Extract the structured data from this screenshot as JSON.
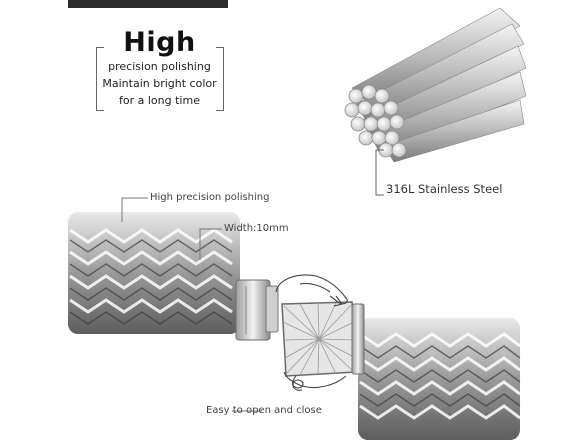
{
  "promo": {
    "headline": "High",
    "line1": "precision polishing",
    "line2": "Maintain bright color",
    "line3": "for a long time"
  },
  "callouts": {
    "material": "316L Stainless Steel",
    "polishing": "High precision polishing",
    "width": "Width:10mm",
    "clasp": "Easy to open and close"
  }
}
